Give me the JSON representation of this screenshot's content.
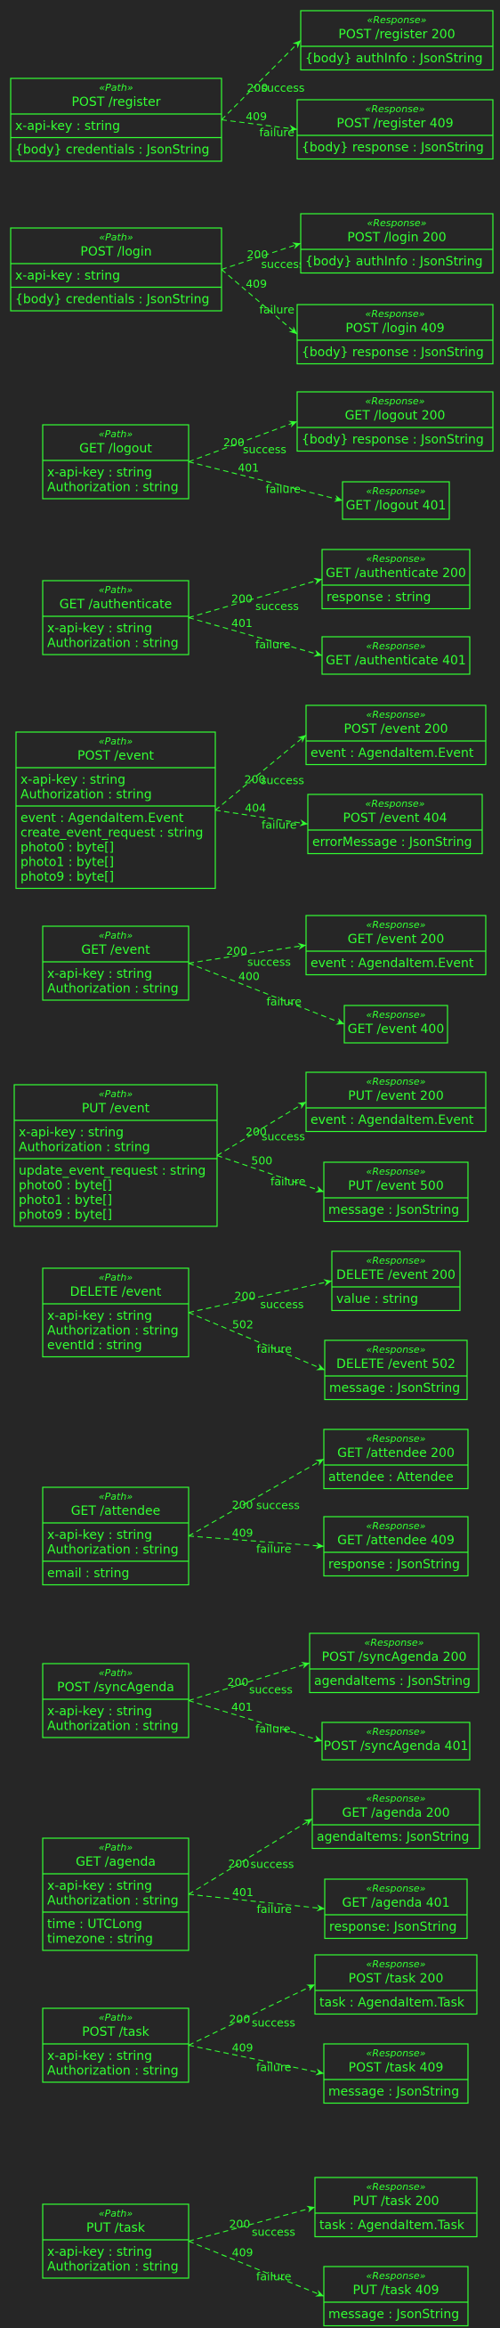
{
  "colors": {
    "background": "#262626",
    "foreground": "#33ff33"
  },
  "diagram": {
    "stereotypes": {
      "path": "«Path»",
      "response": "«Response»"
    },
    "paths": [
      {
        "id": "p_register",
        "title": "POST /register",
        "sections": [
          [
            "x-api-key : string"
          ],
          [
            "{body} credentials : JsonString"
          ]
        ]
      },
      {
        "id": "p_login",
        "title": "POST /login",
        "sections": [
          [
            "x-api-key : string"
          ],
          [
            "{body} credentials : JsonString"
          ]
        ]
      },
      {
        "id": "p_logout",
        "title": "GET /logout",
        "sections": [
          [
            "x-api-key : string",
            "Authorization : string"
          ]
        ]
      },
      {
        "id": "p_authenticate",
        "title": "GET /authenticate",
        "sections": [
          [
            "x-api-key : string",
            "Authorization : string"
          ]
        ]
      },
      {
        "id": "p_post_event",
        "title": "POST /event",
        "sections": [
          [
            "x-api-key : string",
            "Authorization : string"
          ],
          [
            "event : AgendaItem.Event",
            "create_event_request : string",
            "photo0 : byte[]",
            "photo1 : byte[]",
            "photo9 : byte[]"
          ]
        ]
      },
      {
        "id": "p_get_event",
        "title": "GET /event",
        "sections": [
          [
            "x-api-key : string",
            "Authorization : string"
          ]
        ]
      },
      {
        "id": "p_put_event",
        "title": "PUT /event",
        "sections": [
          [
            "x-api-key : string",
            "Authorization : string"
          ],
          [
            "update_event_request : string",
            "photo0 : byte[]",
            "photo1 : byte[]",
            "photo9 : byte[]"
          ]
        ]
      },
      {
        "id": "p_delete_event",
        "title": "DELETE /event",
        "sections": [
          [
            "x-api-key : string",
            "Authorization : string",
            "eventId : string"
          ]
        ]
      },
      {
        "id": "p_attendee",
        "title": "GET /attendee",
        "sections": [
          [
            "x-api-key : string",
            "Authorization : string"
          ],
          [
            "email : string"
          ]
        ]
      },
      {
        "id": "p_sync",
        "title": "POST /syncAgenda",
        "sections": [
          [
            "x-api-key : string",
            "Authorization : string"
          ]
        ]
      },
      {
        "id": "p_agenda",
        "title": "GET /agenda",
        "sections": [
          [
            "x-api-key : string",
            "Authorization : string"
          ],
          [
            "time : UTCLong",
            "timezone : string"
          ]
        ]
      },
      {
        "id": "p_post_task",
        "title": "POST /task",
        "sections": [
          [
            "x-api-key : string",
            "Authorization : string"
          ]
        ]
      },
      {
        "id": "p_put_task",
        "title": "PUT /task",
        "sections": [
          [
            "x-api-key : string",
            "Authorization : string"
          ]
        ]
      }
    ],
    "responses": [
      {
        "id": "r_register_200",
        "title": "POST /register 200",
        "sections": [
          [
            "{body} authInfo : JsonString"
          ]
        ]
      },
      {
        "id": "r_register_409",
        "title": "POST /register 409",
        "sections": [
          [
            "{body} response : JsonString"
          ]
        ]
      },
      {
        "id": "r_login_200",
        "title": "POST /login 200",
        "sections": [
          [
            "{body} authInfo : JsonString"
          ]
        ]
      },
      {
        "id": "r_login_409",
        "title": "POST /login 409",
        "sections": [
          [
            "{body} response : JsonString"
          ]
        ]
      },
      {
        "id": "r_logout_200",
        "title": "GET /logout 200",
        "sections": [
          [
            "{body} response : JsonString"
          ]
        ]
      },
      {
        "id": "r_logout_401",
        "title": "GET /logout 401",
        "sections": []
      },
      {
        "id": "r_auth_200",
        "title": "GET /authenticate 200",
        "sections": [
          [
            "response : string"
          ]
        ]
      },
      {
        "id": "r_auth_401",
        "title": "GET /authenticate 401",
        "sections": []
      },
      {
        "id": "r_post_event_200",
        "title": "POST /event 200",
        "sections": [
          [
            "event : AgendaItem.Event"
          ]
        ]
      },
      {
        "id": "r_post_event_404",
        "title": "POST /event 404",
        "sections": [
          [
            "errorMessage : JsonString"
          ]
        ]
      },
      {
        "id": "r_get_event_200",
        "title": "GET /event 200",
        "sections": [
          [
            "event : AgendaItem.Event"
          ]
        ]
      },
      {
        "id": "r_get_event_400",
        "title": "GET /event 400",
        "sections": []
      },
      {
        "id": "r_put_event_200",
        "title": "PUT /event 200",
        "sections": [
          [
            "event : AgendaItem.Event"
          ]
        ]
      },
      {
        "id": "r_put_event_500",
        "title": "PUT /event 500",
        "sections": [
          [
            "message : JsonString"
          ]
        ]
      },
      {
        "id": "r_delete_200",
        "title": "DELETE /event 200",
        "sections": [
          [
            "value : string"
          ]
        ]
      },
      {
        "id": "r_delete_502",
        "title": "DELETE /event 502",
        "sections": [
          [
            "message : JsonString"
          ]
        ]
      },
      {
        "id": "r_attendee_200",
        "title": "GET /attendee 200",
        "sections": [
          [
            "attendee : Attendee"
          ]
        ]
      },
      {
        "id": "r_attendee_409",
        "title": "GET /attendee 409",
        "sections": [
          [
            "response : JsonString"
          ]
        ]
      },
      {
        "id": "r_sync_200",
        "title": "POST /syncAgenda 200",
        "sections": [
          [
            "agendaItems : JsonString"
          ]
        ]
      },
      {
        "id": "r_sync_401",
        "title": "POST /syncAgenda 401",
        "sections": []
      },
      {
        "id": "r_agenda_200",
        "title": "GET /agenda 200",
        "sections": [
          [
            "agendaItems: JsonString"
          ]
        ]
      },
      {
        "id": "r_agenda_401",
        "title": "GET /agenda 401",
        "sections": [
          [
            "response: JsonString"
          ]
        ]
      },
      {
        "id": "r_post_task_200",
        "title": "POST /task 200",
        "sections": [
          [
            "task : AgendaItem.Task"
          ]
        ]
      },
      {
        "id": "r_post_task_409",
        "title": "POST /task 409",
        "sections": [
          [
            "message : JsonString"
          ]
        ]
      },
      {
        "id": "r_put_task_200",
        "title": "PUT /task 200",
        "sections": [
          [
            "task : AgendaItem.Task"
          ]
        ]
      },
      {
        "id": "r_put_task_409",
        "title": "PUT /task 409",
        "sections": [
          [
            "message : JsonString"
          ]
        ]
      }
    ],
    "edges": [
      {
        "from": "p_register",
        "to": "r_register_200",
        "code": "200",
        "label": "success"
      },
      {
        "from": "p_register",
        "to": "r_register_409",
        "code": "409",
        "label": "failure"
      },
      {
        "from": "p_login",
        "to": "r_login_200",
        "code": "200",
        "label": "success"
      },
      {
        "from": "p_login",
        "to": "r_login_409",
        "code": "409",
        "label": "failure"
      },
      {
        "from": "p_logout",
        "to": "r_logout_200",
        "code": "200",
        "label": "success"
      },
      {
        "from": "p_logout",
        "to": "r_logout_401",
        "code": "401",
        "label": "failure"
      },
      {
        "from": "p_authenticate",
        "to": "r_auth_200",
        "code": "200",
        "label": "success"
      },
      {
        "from": "p_authenticate",
        "to": "r_auth_401",
        "code": "401",
        "label": "failure"
      },
      {
        "from": "p_post_event",
        "to": "r_post_event_200",
        "code": "200",
        "label": "success"
      },
      {
        "from": "p_post_event",
        "to": "r_post_event_404",
        "code": "404",
        "label": "failure"
      },
      {
        "from": "p_get_event",
        "to": "r_get_event_200",
        "code": "200",
        "label": "success"
      },
      {
        "from": "p_get_event",
        "to": "r_get_event_400",
        "code": "400",
        "label": "failure"
      },
      {
        "from": "p_put_event",
        "to": "r_put_event_200",
        "code": "200",
        "label": "success"
      },
      {
        "from": "p_put_event",
        "to": "r_put_event_500",
        "code": "500",
        "label": "failure"
      },
      {
        "from": "p_delete_event",
        "to": "r_delete_200",
        "code": "200",
        "label": "success"
      },
      {
        "from": "p_delete_event",
        "to": "r_delete_502",
        "code": "502",
        "label": "failure"
      },
      {
        "from": "p_attendee",
        "to": "r_attendee_200",
        "code": "200",
        "label": "success"
      },
      {
        "from": "p_attendee",
        "to": "r_attendee_409",
        "code": "409",
        "label": "failure"
      },
      {
        "from": "p_sync",
        "to": "r_sync_200",
        "code": "200",
        "label": "success"
      },
      {
        "from": "p_sync",
        "to": "r_sync_401",
        "code": "401",
        "label": "failure"
      },
      {
        "from": "p_agenda",
        "to": "r_agenda_200",
        "code": "200",
        "label": "success"
      },
      {
        "from": "p_agenda",
        "to": "r_agenda_401",
        "code": "401",
        "label": "failure"
      },
      {
        "from": "p_post_task",
        "to": "r_post_task_200",
        "code": "200",
        "label": "success"
      },
      {
        "from": "p_post_task",
        "to": "r_post_task_409",
        "code": "409",
        "label": "failure"
      },
      {
        "from": "p_put_task",
        "to": "r_put_task_200",
        "code": "200",
        "label": "success"
      },
      {
        "from": "p_put_task",
        "to": "r_put_task_409",
        "code": "409",
        "label": "failure"
      }
    ]
  }
}
